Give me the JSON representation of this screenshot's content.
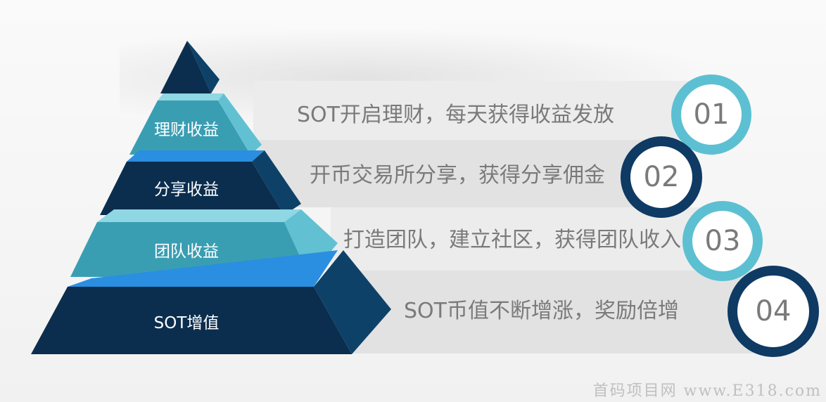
{
  "colors": {
    "navy": "#0b2e4e",
    "navy_side": "#0e4168",
    "teal": "#3a9eb3",
    "teal_light": "#61c1d2",
    "blue_edge": "#2a8fe0",
    "circle_light": "#5cc0d2",
    "circle_dark": "#0e3a64"
  },
  "tiers": [
    {
      "label": "理财收益"
    },
    {
      "label": "分享收益"
    },
    {
      "label": "团队收益"
    },
    {
      "label": "SOT增值"
    }
  ],
  "items": [
    {
      "number": "01",
      "text": "SOT开启理财，每天获得收益发放"
    },
    {
      "number": "02",
      "text": "开币交易所分享，获得分享佣金"
    },
    {
      "number": "03",
      "text": "打造团队，建立社区，获得团队收入"
    },
    {
      "number": "04",
      "text": "SOT币值不断增涨，奖励倍增"
    }
  ],
  "watermark": "首码项目网 www.E318.com"
}
